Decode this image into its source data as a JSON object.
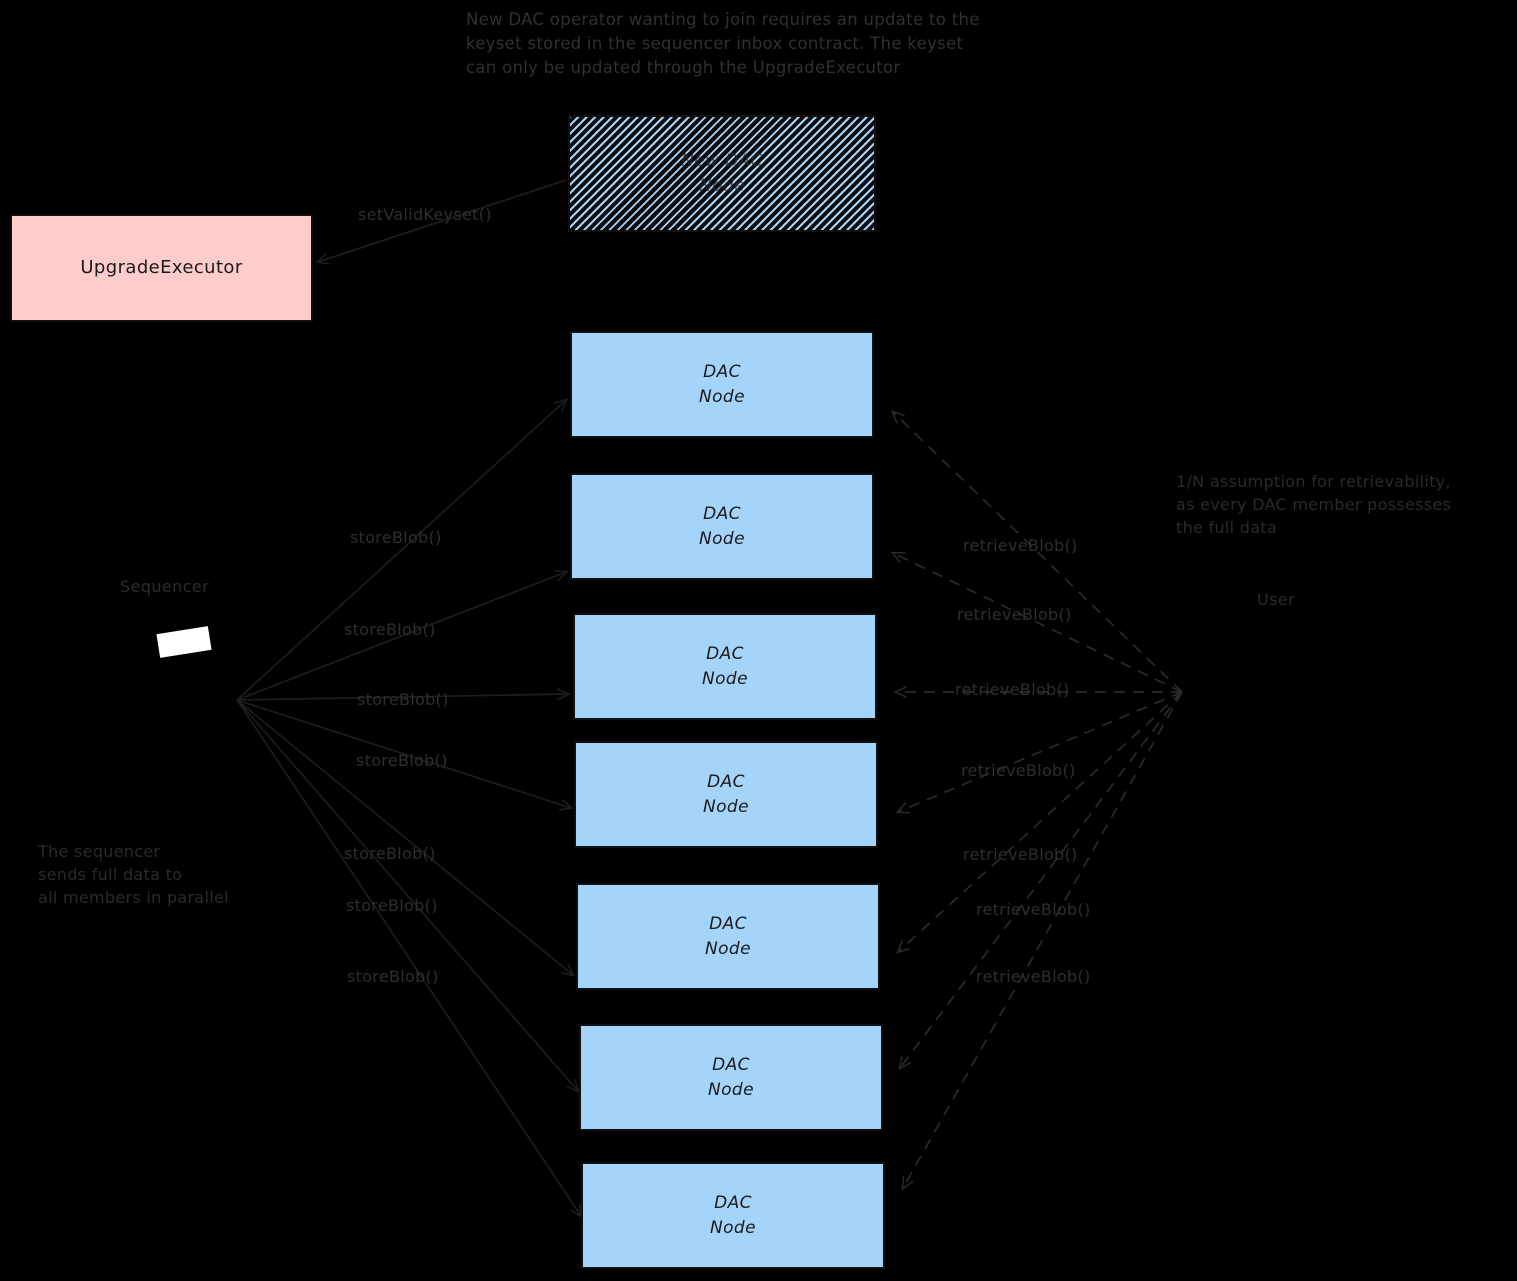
{
  "diagram": {
    "title_annotation_top": "New DAC operator wanting to join requires an update to the\nkeyset stored in the sequencer inbox contract. The keyset\ncan only be updated through the UpgradeExecutor",
    "annotation_right": "1/N assumption for retrievability,\nas every DAC member possesses\nthe full data",
    "annotation_left_bottom": "The sequencer\nsends full data to\nall members in parallel",
    "colors": {
      "background": "#000000",
      "dac_node_fill": "#a5d4fb",
      "upgrade_executor_fill": "#ffcccc",
      "stroke": "#101010",
      "text": "#2a2a2a"
    }
  },
  "actors": {
    "sequencer_label": "Sequencer",
    "user_label": "User"
  },
  "boxes": {
    "new_dac_node": {
      "line1": "New DAC",
      "line2": "Node"
    },
    "upgrade_executor": {
      "label": "UpgradeExecutor"
    },
    "dac_nodes": [
      {
        "line1": "DAC",
        "line2": "Node"
      },
      {
        "line1": "DAC",
        "line2": "Node"
      },
      {
        "line1": "DAC",
        "line2": "Node"
      },
      {
        "line1": "DAC",
        "line2": "Node"
      },
      {
        "line1": "DAC",
        "line2": "Node"
      },
      {
        "line1": "DAC",
        "line2": "Node"
      },
      {
        "line1": "DAC",
        "line2": "Node"
      }
    ]
  },
  "edges": {
    "set_valid_keyset": "setValidKeyset()",
    "store_blob_labels": [
      "storeBlob()",
      "storeBlob()",
      "storeBlob()",
      "storeBlob()",
      "storeBlob()",
      "storeBlob()",
      "storeBlob()"
    ],
    "retrieve_blob_labels": [
      "retrieveBlob()",
      "retrieveBlob()",
      "retrieveBlob()",
      "retrieveBlob()",
      "retrieveBlob()",
      "retrieveBlob()",
      "retrieveBlob()"
    ]
  }
}
